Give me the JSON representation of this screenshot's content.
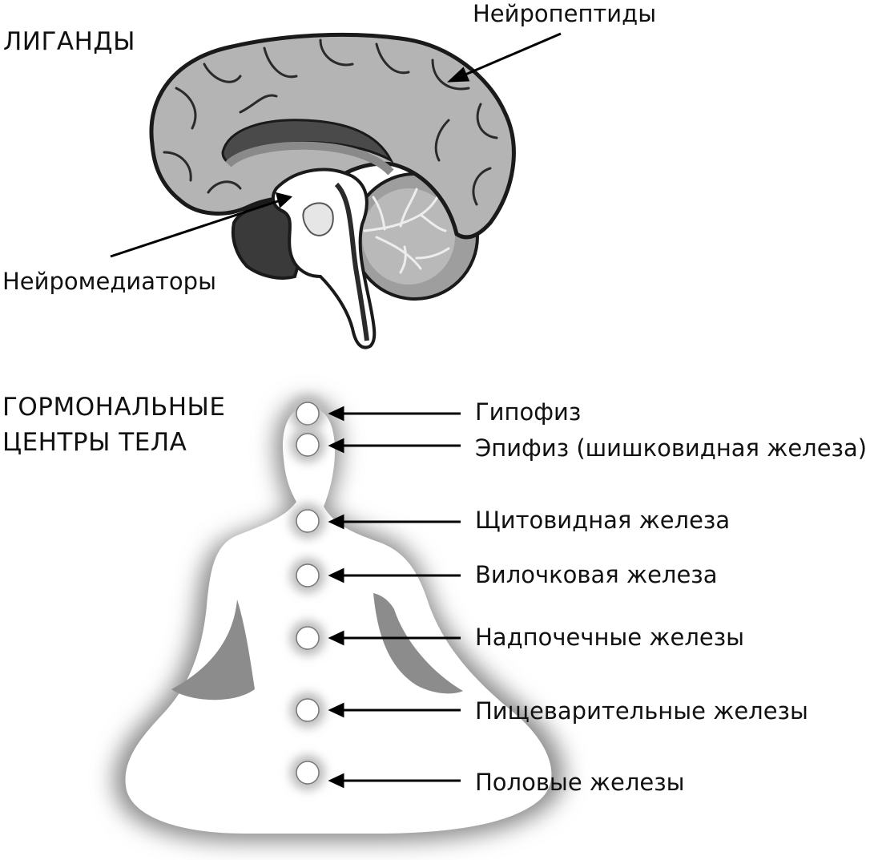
{
  "ligands_section": {
    "heading": "ЛИГАНДЫ",
    "neuropeptides_label": "Нейропептиды",
    "neurotransmitters_label": "Нейромедиаторы"
  },
  "hormonal_section": {
    "heading_line1": "ГОРМОНАЛЬНЫЕ",
    "heading_line2": "ЦЕНТРЫ ТЕЛА",
    "glands": [
      {
        "label": "Гипофиз"
      },
      {
        "label": "Эпифиз (шишковидная железа)"
      },
      {
        "label": "Щитовидная железа"
      },
      {
        "label": "Вилочковая железа"
      },
      {
        "label": "Надпочечные железы"
      },
      {
        "label": "Пищеварительные железы"
      },
      {
        "label": "Половые железы"
      }
    ]
  },
  "colors": {
    "cerebrum": "#b4b4b4",
    "cerebrum_outline": "#1a1a1a",
    "dark_fill": "#3a3a3a",
    "cerebellum": "#a8a8a8",
    "brainstem": "#ffffff",
    "body_glow": "#7a7a7a",
    "body": "#ffffff",
    "arrow": "#000000"
  }
}
